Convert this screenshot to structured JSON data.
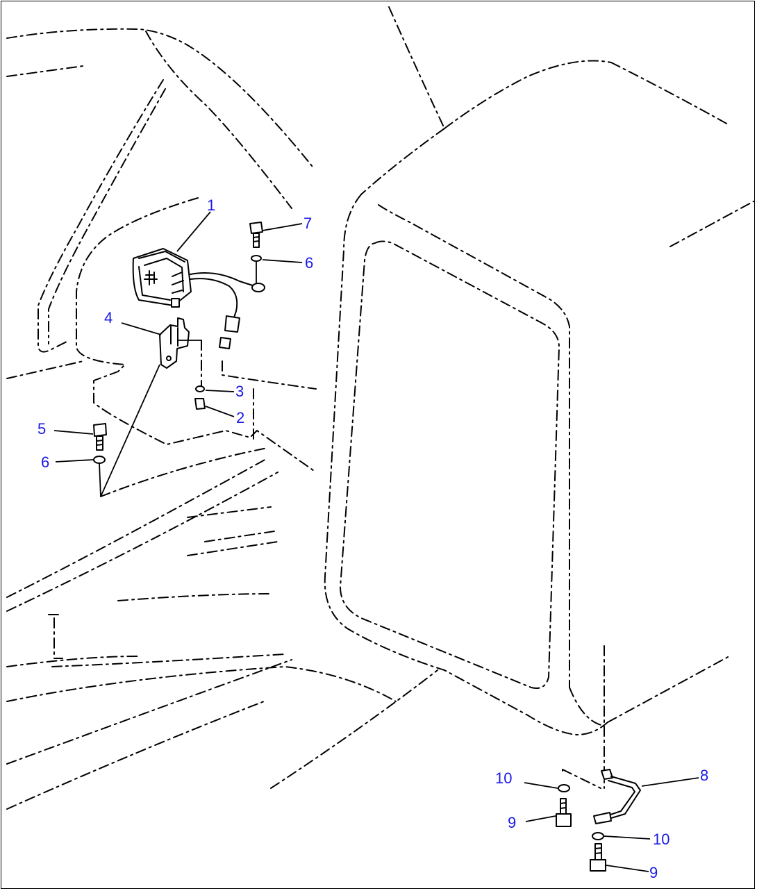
{
  "diagram": {
    "callouts": [
      {
        "id": "c1",
        "label": "1"
      },
      {
        "id": "c2",
        "label": "2"
      },
      {
        "id": "c3",
        "label": "3"
      },
      {
        "id": "c4",
        "label": "4"
      },
      {
        "id": "c5",
        "label": "5"
      },
      {
        "id": "c6a",
        "label": "6"
      },
      {
        "id": "c6b",
        "label": "6"
      },
      {
        "id": "c7",
        "label": "7"
      },
      {
        "id": "c8",
        "label": "8"
      },
      {
        "id": "c9a",
        "label": "9"
      },
      {
        "id": "c9b",
        "label": "9"
      },
      {
        "id": "c10a",
        "label": "10"
      },
      {
        "id": "c10b",
        "label": "10"
      }
    ],
    "callout_color": "#1a1ae6",
    "line_color": "#000000"
  }
}
